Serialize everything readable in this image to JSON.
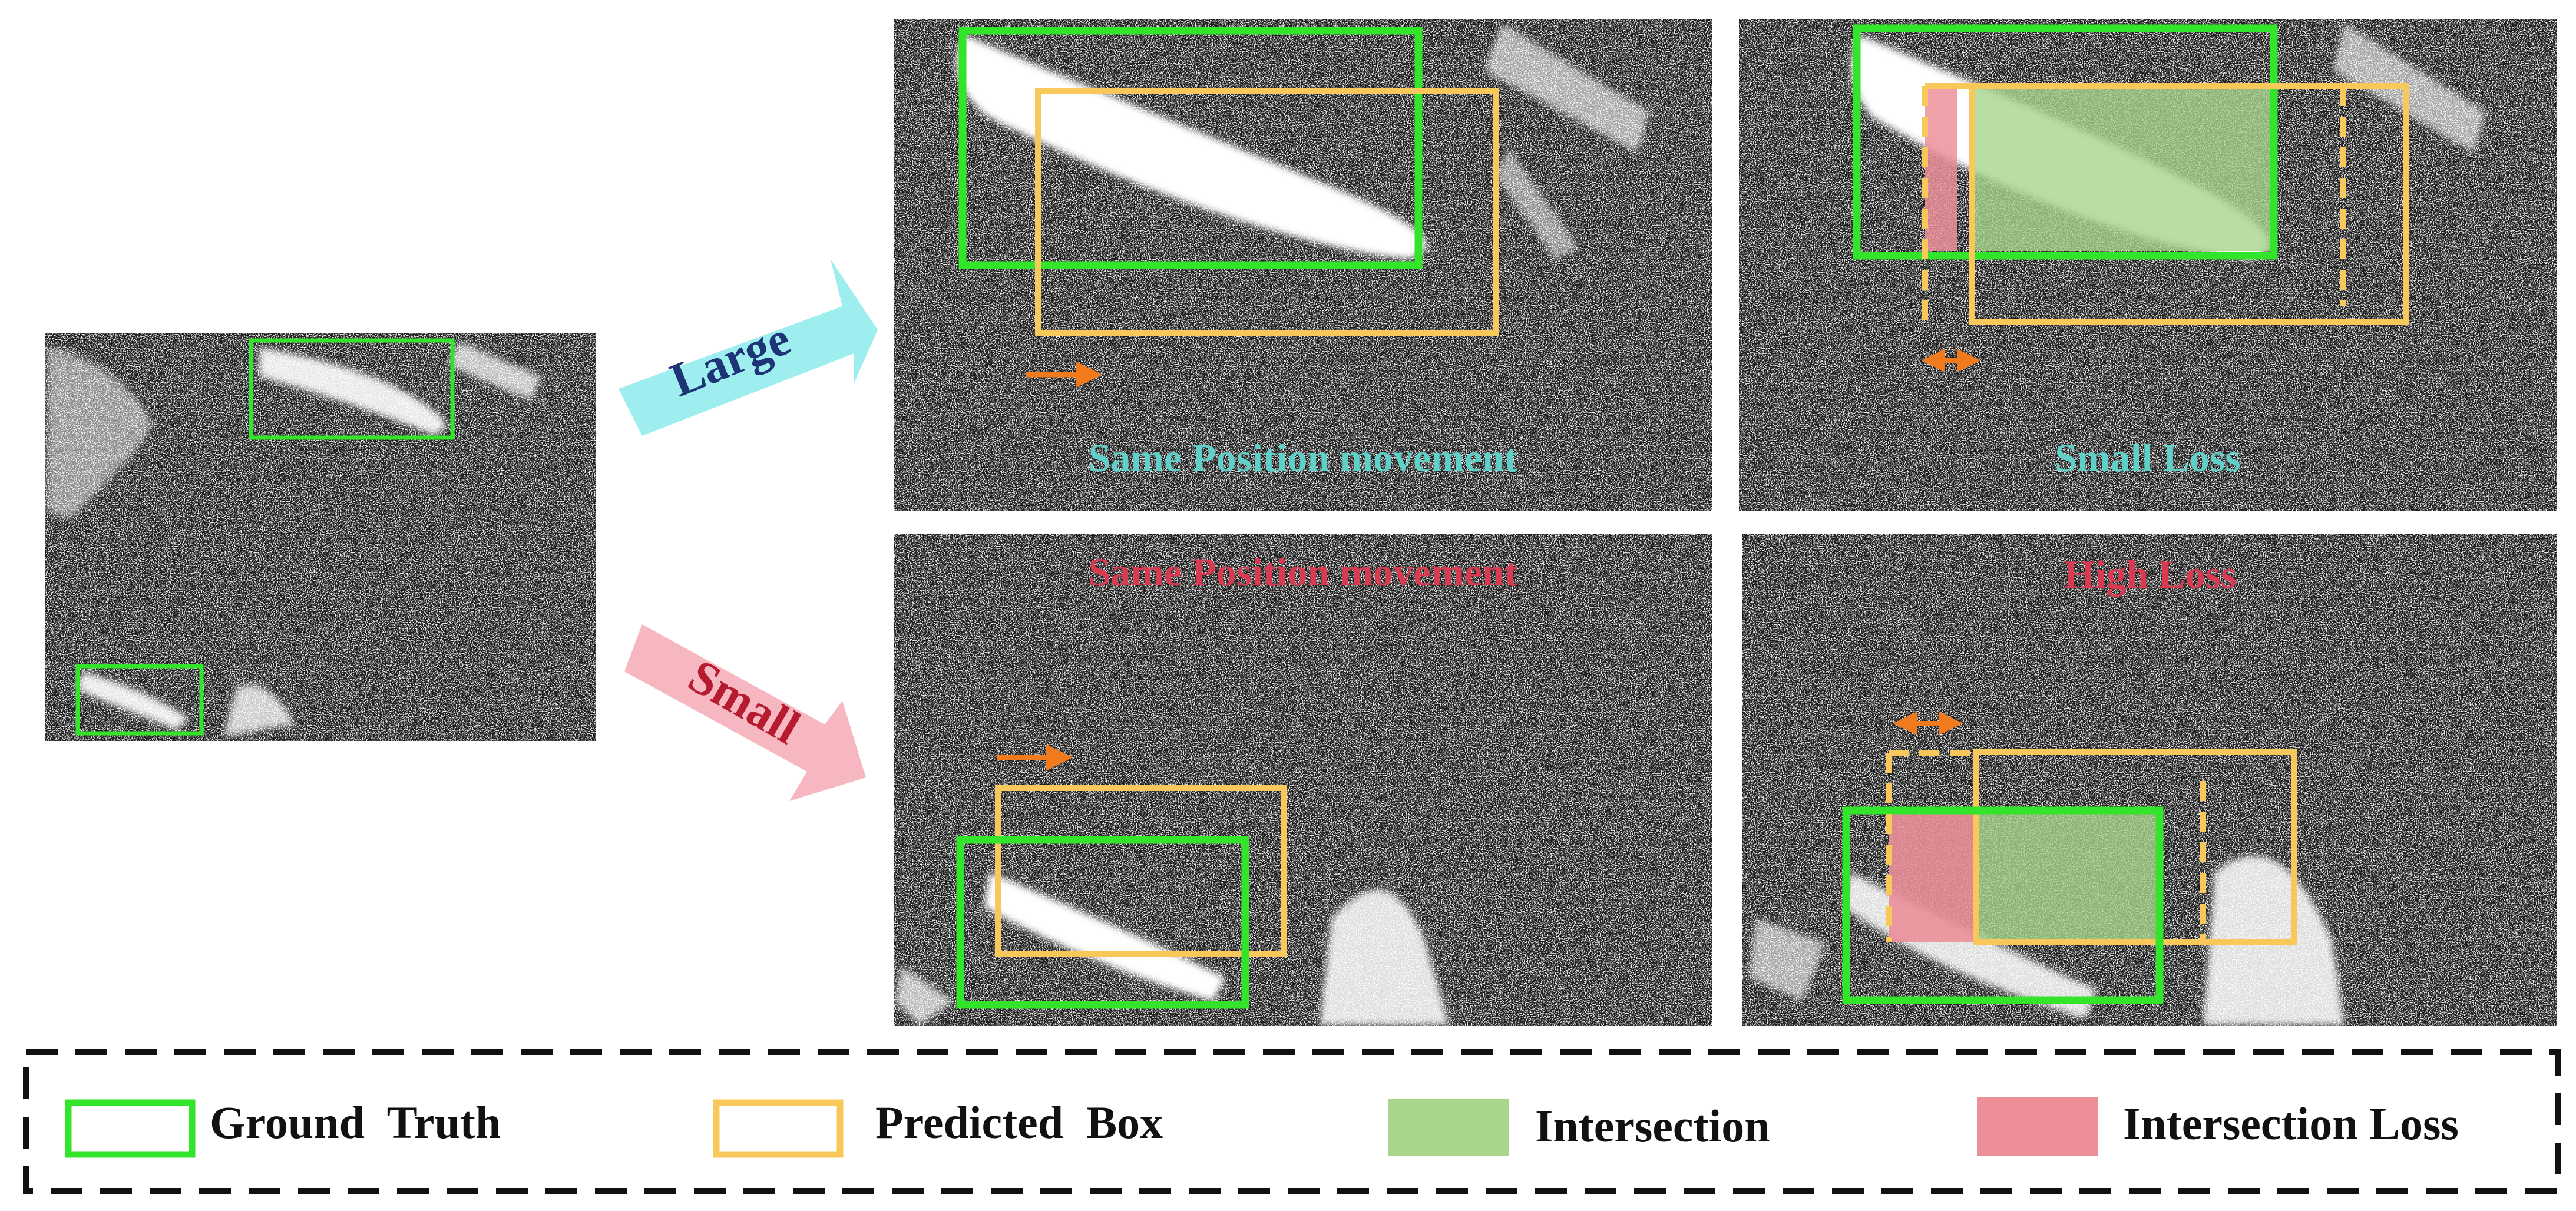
{
  "colors": {
    "ground_truth": "#33e52a",
    "predicted": "#f9c85a",
    "intersection": "#a8d48c",
    "intersection_loss": "#ec8f99",
    "arrow_large": "#9eeef0",
    "arrow_small": "#f7b7c0",
    "label_cyan": "#5fd0c8",
    "label_red": "#d83a52",
    "label_navy": "#1d3577",
    "label_darkred": "#b51c30",
    "motion_arrow": "#f07a1c",
    "sar_background": "#1f1f1f"
  },
  "branches": {
    "large_label": "Large",
    "small_label": "Small"
  },
  "panels": {
    "large_shift": {
      "caption": "Same Position movement"
    },
    "large_loss": {
      "caption": "Small Loss"
    },
    "small_shift": {
      "caption": "Same Position movement"
    },
    "small_loss": {
      "caption": "High Loss"
    }
  },
  "legend": {
    "ground_truth": "Ground  Truth",
    "predicted_box": "Predicted  Box",
    "intersection": "Intersection",
    "intersection_loss": "Intersection Loss"
  }
}
